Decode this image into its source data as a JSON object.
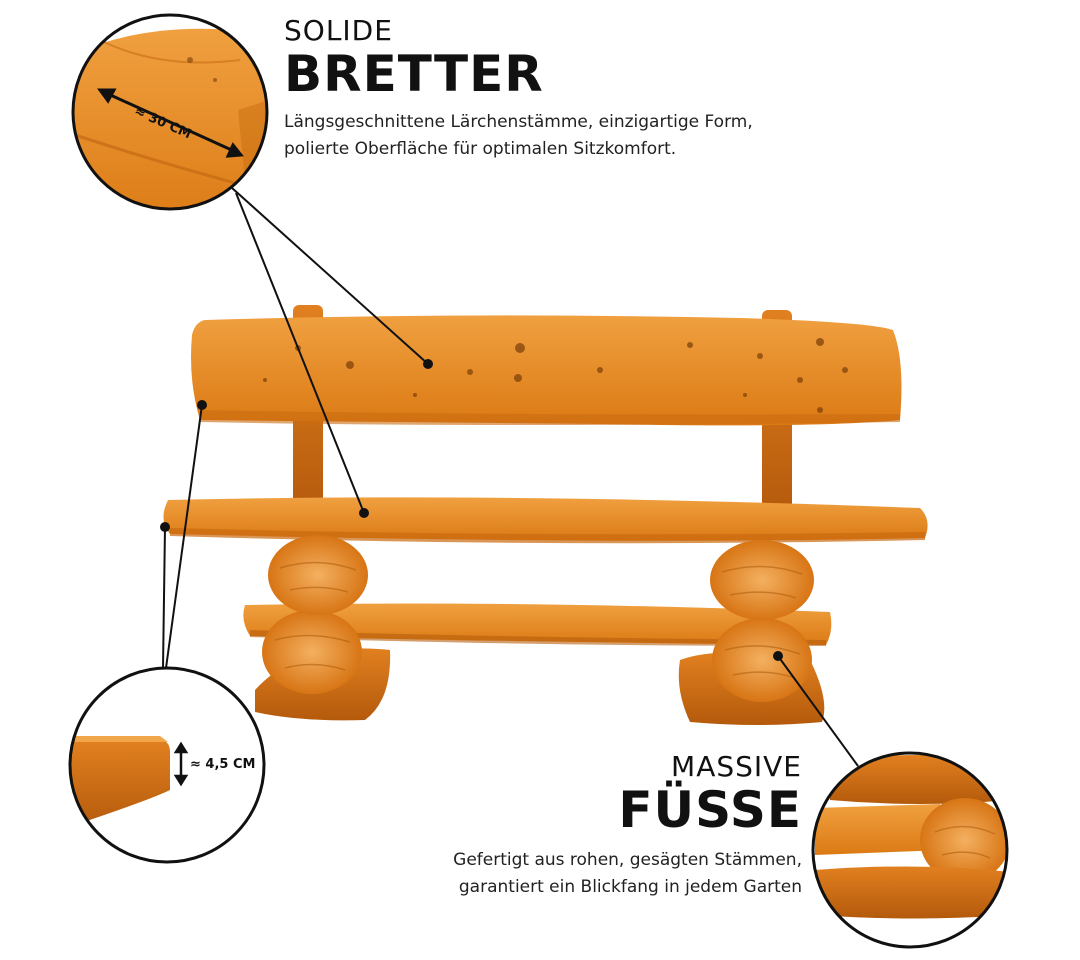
{
  "top_feature": {
    "kicker": "SOLIDE",
    "title": "BRETTER",
    "description_line1": "Längsgeschnittene Lärchenstämme, einzigartige Form,",
    "description_line2": "polierte Oberfläche für optimalen Sitzkomfort.",
    "detail_dimension": "≈ 30 CM"
  },
  "edge_detail": {
    "dimension": "≈ 4,5 CM"
  },
  "bottom_feature": {
    "kicker": "MASSIVE",
    "title": "FÜSSE",
    "description_line1": "Gefertigt aus rohen, gesägten Stämmen,",
    "description_line2": "garantiert ein Blickfang in jedem Garten"
  },
  "colors": {
    "wood": "#E8891E",
    "wood_dark": "#C96A10",
    "wood_light": "#F2A64A",
    "line": "#111111"
  },
  "icons": [
    "bench-illustration",
    "board-detail-circle",
    "edge-detail-circle",
    "feet-detail-circle"
  ]
}
